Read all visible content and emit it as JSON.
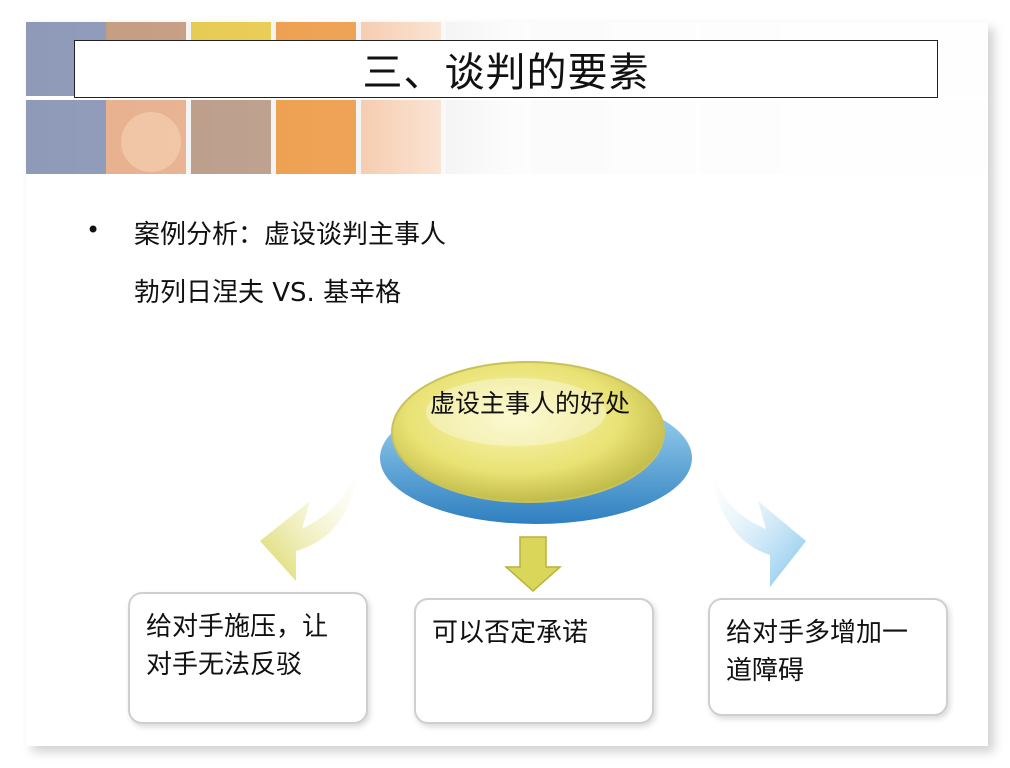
{
  "slide": {
    "title": "三、谈判的要素",
    "bullet": {
      "marker": "•",
      "line1": "案例分析：虚设谈判主事人",
      "line2": "勃列日涅夫  VS.  基辛格"
    },
    "center_label": "虚设主事人的好处",
    "benefits": [
      "给对手施压，让对手无法反驳",
      "可以否定承诺",
      "给对手多增加一道障碍"
    ]
  },
  "colors": {
    "disc_yellow": "#e9e274",
    "disc_blue": "#6cb8e6",
    "arrow_yellow": "#d9d65a",
    "arrow_blue": "#9cd2ef",
    "box_border": "#cfcfcf"
  }
}
